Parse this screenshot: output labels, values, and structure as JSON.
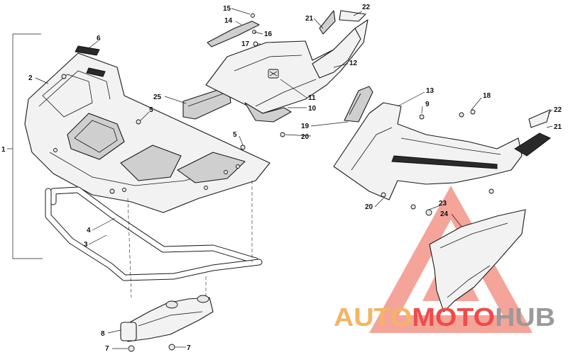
{
  "callouts": [
    {
      "num": "1"
    },
    {
      "num": "2"
    },
    {
      "num": "3"
    },
    {
      "num": "4"
    },
    {
      "num": "5"
    },
    {
      "num": "5"
    },
    {
      "num": "6"
    },
    {
      "num": "7"
    },
    {
      "num": "7"
    },
    {
      "num": "8"
    },
    {
      "num": "9"
    },
    {
      "num": "10"
    },
    {
      "num": "11"
    },
    {
      "num": "12"
    },
    {
      "num": "13"
    },
    {
      "num": "14"
    },
    {
      "num": "15"
    },
    {
      "num": "16"
    },
    {
      "num": "17"
    },
    {
      "num": "18"
    },
    {
      "num": "19"
    },
    {
      "num": "20"
    },
    {
      "num": "20"
    },
    {
      "num": "21"
    },
    {
      "num": "21"
    },
    {
      "num": "22"
    },
    {
      "num": "22"
    },
    {
      "num": "23"
    },
    {
      "num": "24"
    },
    {
      "num": "25"
    }
  ],
  "watermark": {
    "part1": "AUTO",
    "part2": "MOTO",
    "part3": "HUB",
    "color_orange": "#f5b463",
    "color_red": "#ef4b4b",
    "color_gray": "#9a9a9a"
  }
}
